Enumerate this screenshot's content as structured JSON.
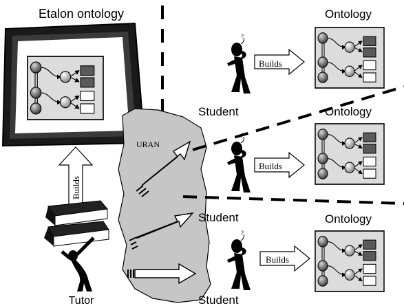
{
  "labels": {
    "etalon_title": "Etalon ontology",
    "uran": "URAN",
    "tutor": "Tutor",
    "tutor_builds": "Builds",
    "rows": [
      {
        "ontology_title": "Ontology",
        "student": "Student",
        "builds": "Builds"
      },
      {
        "ontology_title": "Ontology",
        "student": "Student",
        "builds": "Builds"
      },
      {
        "ontology_title": "Ontology",
        "student": "Student",
        "builds": "Builds"
      }
    ]
  },
  "colors": {
    "ink": "#000000",
    "panel_fill": "#d9d9d9",
    "uran_fill": "#c8c8c8",
    "node_fill": "#7a7a7a",
    "node_light": "#bdbdbd",
    "dark_box": "#555555"
  }
}
